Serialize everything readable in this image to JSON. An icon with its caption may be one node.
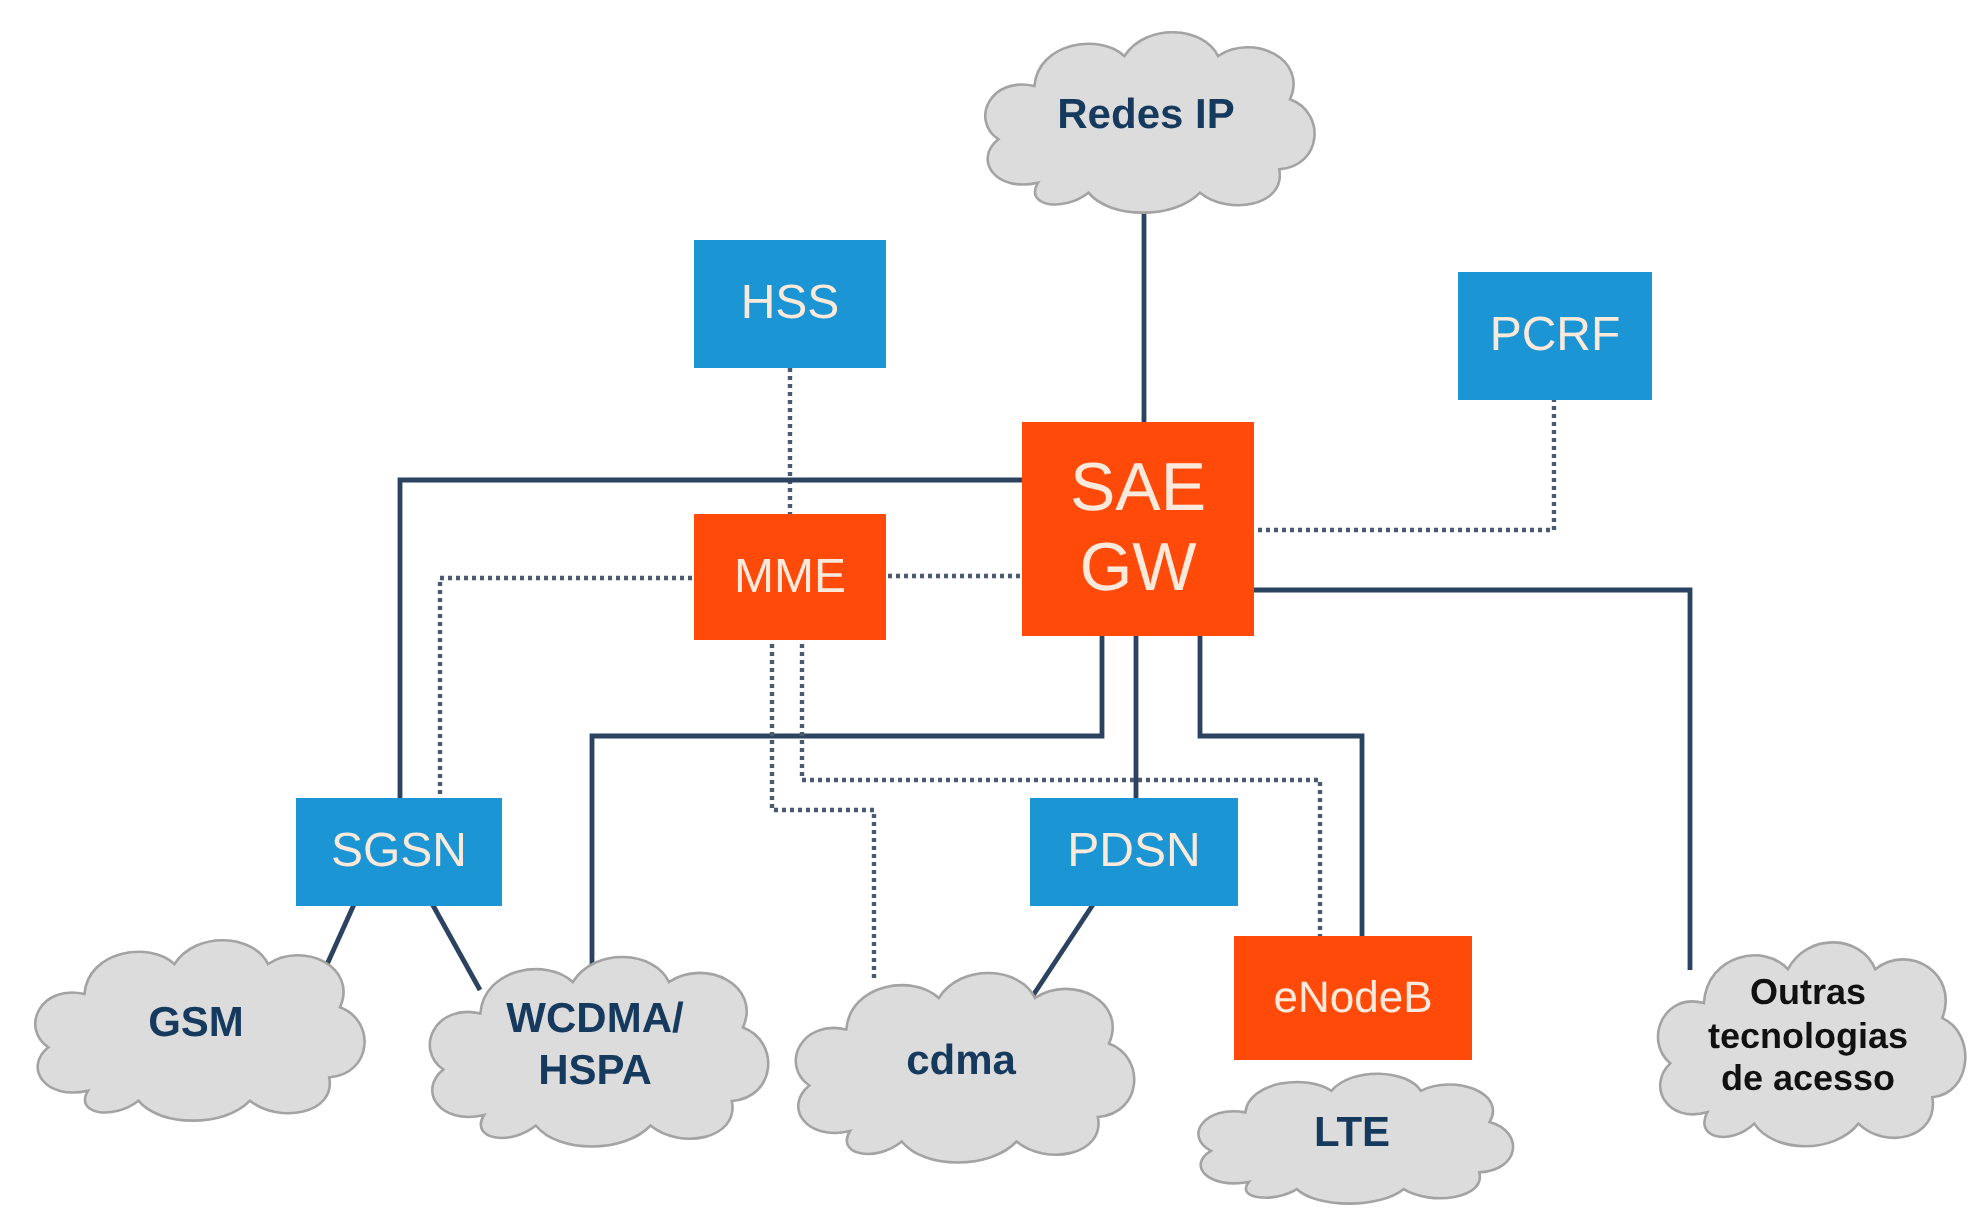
{
  "diagram": {
    "nodes": [
      {
        "text": [
          "Redes IP"
        ]
      },
      {
        "text": [
          "HSS"
        ]
      },
      {
        "text": [
          "PCRF"
        ]
      },
      {
        "text": [
          "SAE GW"
        ]
      },
      {
        "text": [
          "MME"
        ]
      },
      {
        "text": [
          "SGSN"
        ]
      },
      {
        "text": [
          "PDSN"
        ]
      },
      {
        "text": [
          "GSM"
        ]
      },
      {
        "text": [
          "WCDMA/ HSPA"
        ]
      },
      {
        "text": [
          "cdma"
        ]
      },
      {
        "text": [
          "eNodeB"
        ]
      },
      {
        "text": [
          "LTE"
        ]
      },
      {
        "text": [
          "Outras tecnologias de acesso"
        ]
      }
    ],
    "edges": [
      {
        "from": 0,
        "to": 3,
        "arrow": "none"
      },
      {
        "from": 1,
        "to": 4,
        "arrow": "none",
        "style": "dashed"
      },
      {
        "from": 2,
        "to": 3,
        "arrow": "none",
        "style": "dashed"
      },
      {
        "from": 4,
        "to": 3,
        "arrow": "none",
        "style": "dashed"
      },
      {
        "from": 3,
        "to": 5,
        "arrow": "none"
      },
      {
        "from": 4,
        "to": 5,
        "arrow": "none",
        "style": "dashed"
      },
      {
        "from": 3,
        "to": 8,
        "arrow": "none"
      },
      {
        "from": 3,
        "to": 6,
        "arrow": "none"
      },
      {
        "from": 3,
        "to": 10,
        "arrow": "none"
      },
      {
        "from": 3,
        "to": 12,
        "arrow": "none"
      },
      {
        "from": 4,
        "to": 9,
        "arrow": "none",
        "style": "dashed"
      },
      {
        "from": 4,
        "to": 10,
        "arrow": "none",
        "style": "dashed"
      },
      {
        "from": 5,
        "to": 7,
        "arrow": "none"
      },
      {
        "from": 5,
        "to": 8,
        "arrow": "none"
      },
      {
        "from": 6,
        "to": 9,
        "arrow": "none"
      }
    ]
  }
}
